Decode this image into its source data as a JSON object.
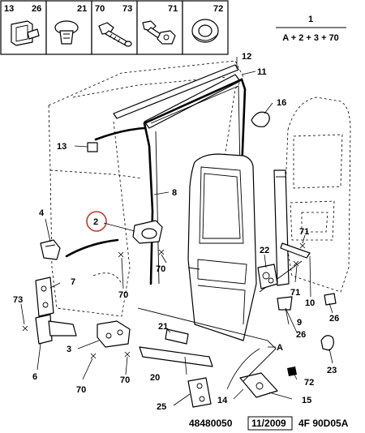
{
  "legend": {
    "cells": [
      {
        "top": "13",
        "top2": "26"
      },
      {
        "top": "21"
      },
      {
        "top": "70",
        "top2": "73"
      },
      {
        "top": "71"
      },
      {
        "top": "72"
      }
    ],
    "kit_number": "1",
    "kit_formula": "A + 2 + 3 + 70"
  },
  "callouts": {
    "c12": "12",
    "c11": "11",
    "c16": "16",
    "c13": "13",
    "c8": "8",
    "c4": "4",
    "c2": "2",
    "c70a": "70",
    "c71": "71",
    "c22": "22",
    "c7": "7",
    "c73": "73",
    "c70b": "70",
    "c71b": "71",
    "c9": "9",
    "c10": "10",
    "c26": "26",
    "c26b": "26",
    "c3": "3",
    "c21": "21",
    "cA": "A",
    "c6": "6",
    "c70c": "70",
    "c70d": "70",
    "c23": "23",
    "c20": "20",
    "c72": "72",
    "c25": "25",
    "c14": "14",
    "c15": "15"
  },
  "footer": {
    "ref": "48480050",
    "date": "11/2009",
    "code": "4F 90D05A"
  },
  "highlight_color": "#c0392b"
}
